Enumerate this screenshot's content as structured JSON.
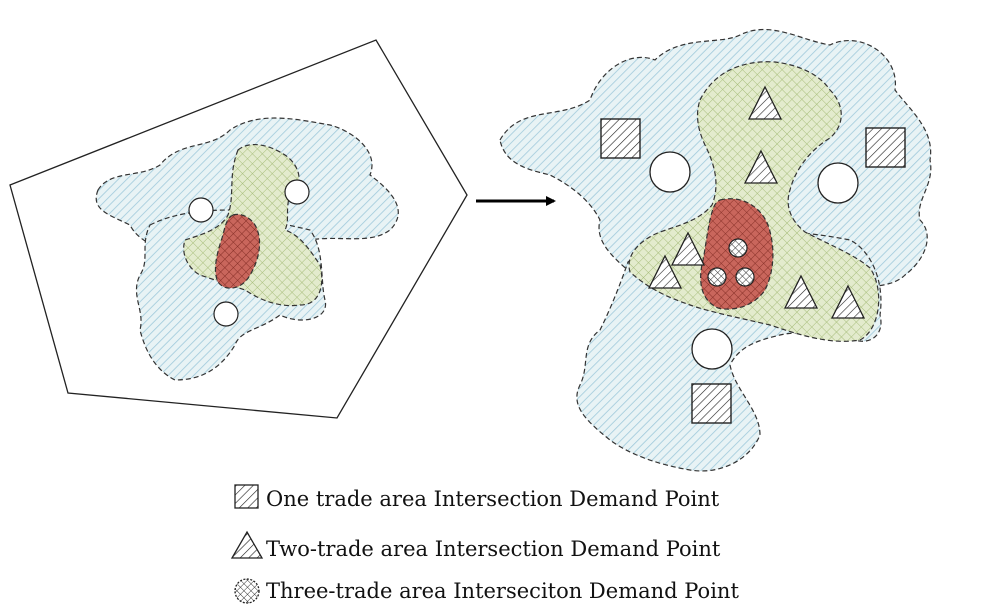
{
  "legend": {
    "items": [
      {
        "symbol": "square-hatch-icon",
        "label": "One trade area Intersection Demand Point"
      },
      {
        "symbol": "triangle-hatch-icon",
        "label": "Two-trade area Intersection Demand Point"
      },
      {
        "symbol": "crosshatch-circle-icon",
        "label": "Three-trade area Interseciton Demand Point"
      }
    ]
  },
  "colors": {
    "blue_hatch": "#9fc9db",
    "blue_fill": "#e8f3f5",
    "green_fill": "#e3ebcd",
    "green_hatch": "#a8be7c",
    "red_fill": "#c9665c",
    "red_hatch": "#7f2a22",
    "stroke": "#222222"
  }
}
